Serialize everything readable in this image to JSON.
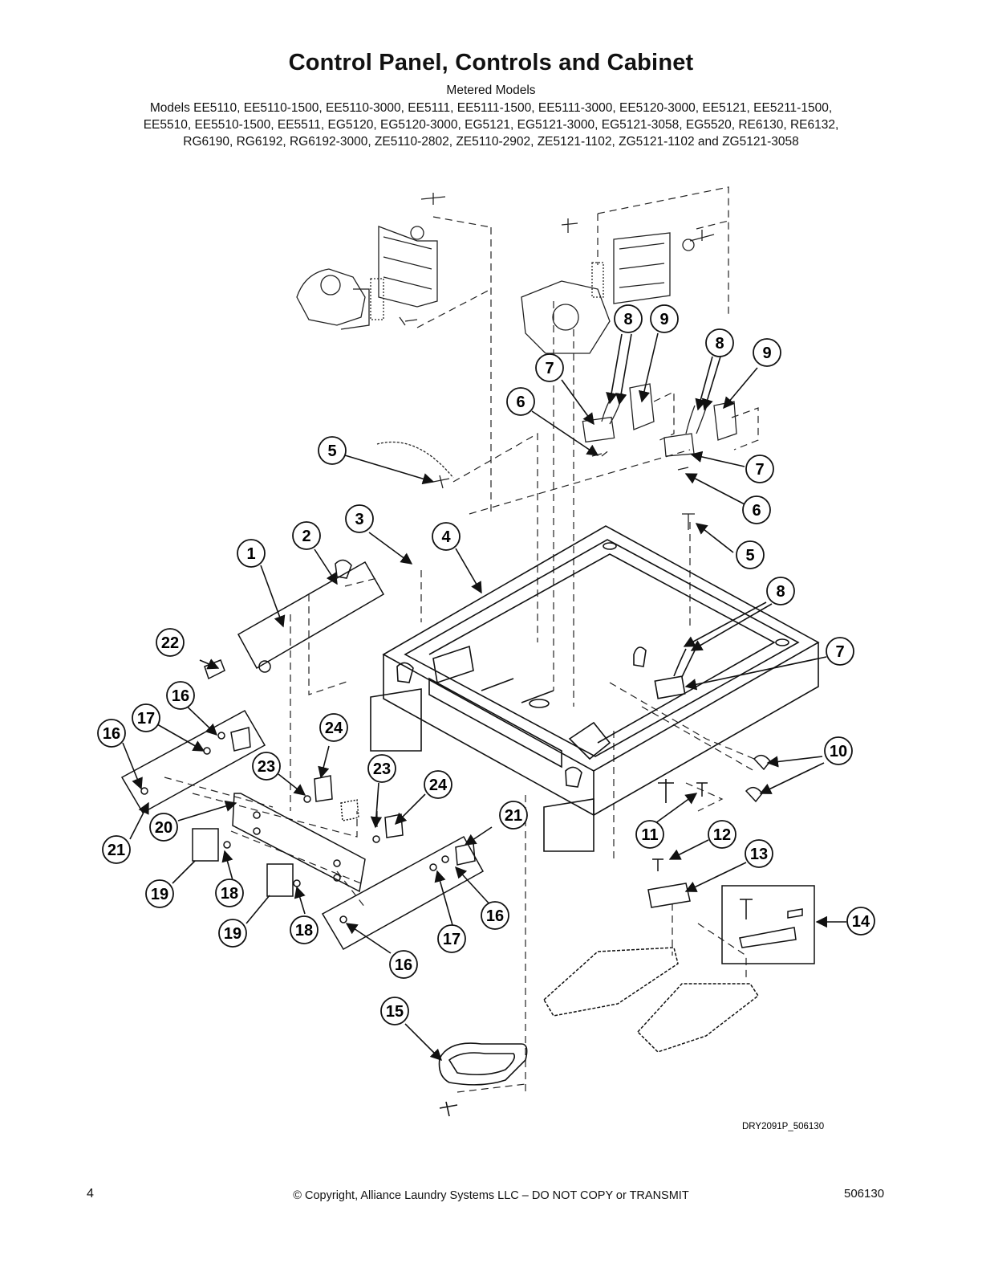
{
  "header": {
    "title": "Control Panel, Controls and Cabinet",
    "subtitle": "Metered Models",
    "model_lines": [
      "Models EE5110, EE5110-1500, EE5110-3000, EE5111, EE5111-1500, EE5111-3000, EE5120-3000, EE5121, EE5211-1500,",
      "EE5510, EE5510-1500, EE5511, EG5120, EG5120-3000, EG5121, EG5121-3000, EG5121-3058, EG5520, RE6130, RE6132,",
      "RG6190, RG6192, RG6192-3000, ZE5110-2802, ZE5110-2902, ZE5121-1102, ZG5121-1102 and ZG5121-3058"
    ]
  },
  "diagram": {
    "drawing_code": "DRY2091P_506130",
    "callouts": [
      {
        "n": "1"
      },
      {
        "n": "2"
      },
      {
        "n": "3"
      },
      {
        "n": "4"
      },
      {
        "n": "5"
      },
      {
        "n": "5"
      },
      {
        "n": "6"
      },
      {
        "n": "6"
      },
      {
        "n": "7"
      },
      {
        "n": "7"
      },
      {
        "n": "7"
      },
      {
        "n": "8"
      },
      {
        "n": "8"
      },
      {
        "n": "8"
      },
      {
        "n": "9"
      },
      {
        "n": "9"
      },
      {
        "n": "10"
      },
      {
        "n": "11"
      },
      {
        "n": "12"
      },
      {
        "n": "13"
      },
      {
        "n": "14"
      },
      {
        "n": "15"
      },
      {
        "n": "16"
      },
      {
        "n": "16"
      },
      {
        "n": "16"
      },
      {
        "n": "16"
      },
      {
        "n": "17"
      },
      {
        "n": "17"
      },
      {
        "n": "18"
      },
      {
        "n": "18"
      },
      {
        "n": "19"
      },
      {
        "n": "19"
      },
      {
        "n": "20"
      },
      {
        "n": "21"
      },
      {
        "n": "21"
      },
      {
        "n": "22"
      },
      {
        "n": "23"
      },
      {
        "n": "23"
      },
      {
        "n": "24"
      },
      {
        "n": "24"
      }
    ]
  },
  "footer": {
    "page_number": "4",
    "copyright": "© Copyright, Alliance Laundry Systems LLC – DO NOT COPY or TRANSMIT",
    "doc_number": "506130"
  }
}
